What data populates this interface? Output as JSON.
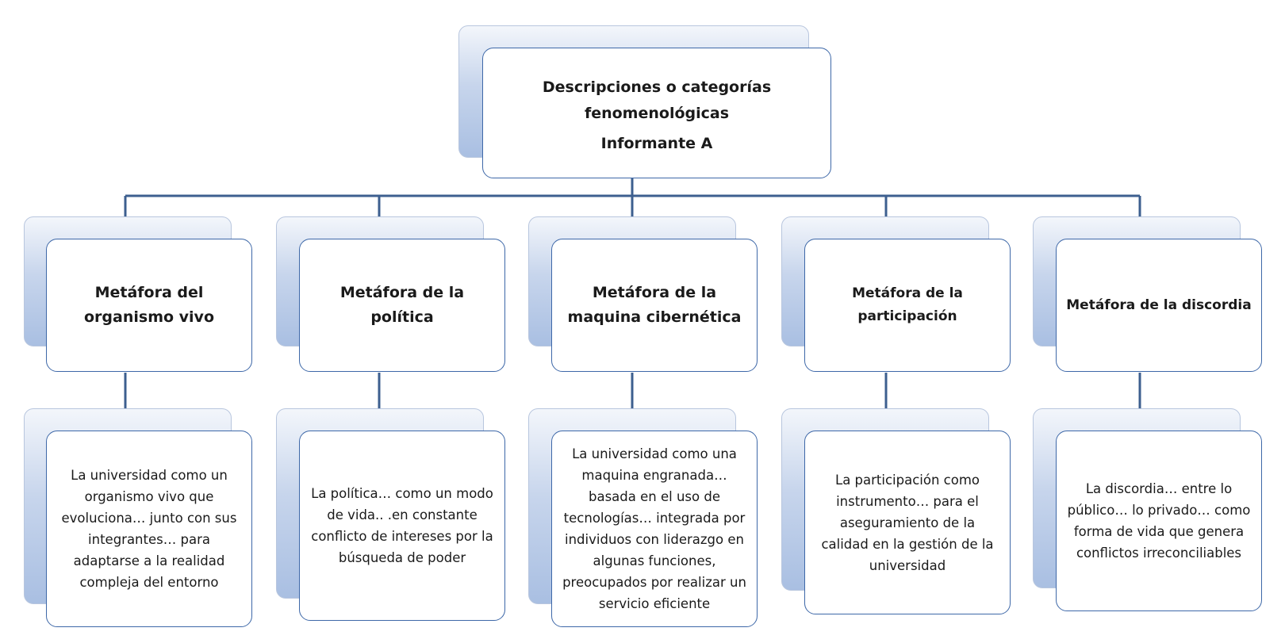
{
  "root": {
    "title": "Descripciones o categorías fenomenológicas",
    "subtitle": "Informante A"
  },
  "metaphors": [
    {
      "title": "Metáfora del organismo vivo",
      "description": "La universidad como un organismo vivo que evoluciona… junto con sus integrantes… para adaptarse a la realidad compleja del entorno"
    },
    {
      "title": "Metáfora de la política",
      "description": "La política… como un modo de vida.. .en constante conflicto de intereses por la búsqueda de poder"
    },
    {
      "title": "Metáfora de la maquina cibernética",
      "description": "La universidad como una maquina engranada… basada en el uso de tecnologías… integrada por individuos con liderazgo en algunas funciones, preocupados por realizar un servicio eficiente"
    },
    {
      "title": "Metáfora de la participación",
      "description": "La participación como instrumento… para el aseguramiento de la calidad en la gestión de la universidad"
    },
    {
      "title": "Metáfora de la discordia",
      "description": "La discordia… entre lo público… lo privado… como forma de vida que genera conflictos irreconciliables"
    }
  ],
  "colors": {
    "connector": "#3d5f8f",
    "card_border": "#3e68a8",
    "shadow_card": "#b9cbe8"
  }
}
